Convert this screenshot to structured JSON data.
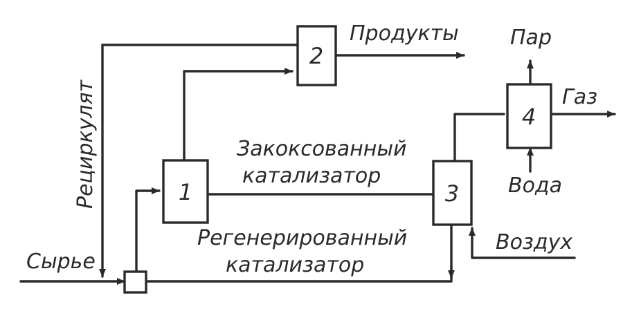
{
  "blocks": [
    {
      "id": "reactor",
      "number": "1"
    },
    {
      "id": "fractionator",
      "number": "2"
    },
    {
      "id": "regenerator",
      "number": "3"
    },
    {
      "id": "waste-heat-boiler",
      "number": "4"
    }
  ],
  "labels": {
    "products": "Продукты",
    "steam": "Пар",
    "gas": "Газ",
    "water": "Вода",
    "air": "Воздух",
    "feed": "Сырье",
    "recycle": "Рециркулят",
    "coked_catalyst": [
      "Закоксованный",
      "катализатор"
    ],
    "regenerated_catalyst": [
      "Регенерированный",
      "катализатор"
    ]
  }
}
